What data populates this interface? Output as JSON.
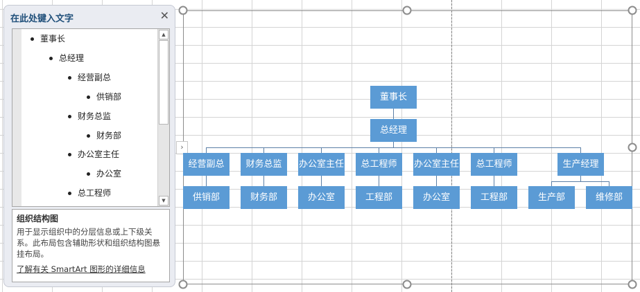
{
  "text_pane": {
    "title": "在此处键入文字",
    "close_icon": "close-icon",
    "items": [
      {
        "label": "董事长",
        "level": 0
      },
      {
        "label": "总经理",
        "level": 1
      },
      {
        "label": "经营副总",
        "level": 2
      },
      {
        "label": "供销部",
        "level": 3
      },
      {
        "label": "财务总监",
        "level": 2
      },
      {
        "label": "财务部",
        "level": 3
      },
      {
        "label": "办公室主任",
        "level": 2
      },
      {
        "label": "办公室",
        "level": 3
      },
      {
        "label": "总工程师",
        "level": 2
      }
    ],
    "description": {
      "title": "组织结构图",
      "text": "用于显示组织中的分层信息或上下级关系。此布局包含辅助形状和组织结构图悬挂布局。",
      "link": "了解有关 SmartArt 图形的详细信息"
    }
  },
  "expand_toggle": "›",
  "chart": {
    "colors": {
      "box": "#5b9bd5",
      "text": "#ffffff",
      "connector": "#5b7fa6"
    },
    "root": "董事长",
    "second": "总经理",
    "managers": [
      {
        "label": "经营副总",
        "child": [
          "供销部"
        ]
      },
      {
        "label": "财务总监",
        "child": [
          "财务部"
        ]
      },
      {
        "label": "办公室主任",
        "child": [
          "办公室"
        ]
      },
      {
        "label": "总工程师",
        "child": [
          "工程部"
        ]
      },
      {
        "label": "办公室主任",
        "child": [
          "办公室"
        ]
      },
      {
        "label": "总工程师",
        "child": [
          "工程部"
        ]
      },
      {
        "label": "生产经理",
        "child": [
          "生产部",
          "维修部"
        ]
      }
    ]
  }
}
